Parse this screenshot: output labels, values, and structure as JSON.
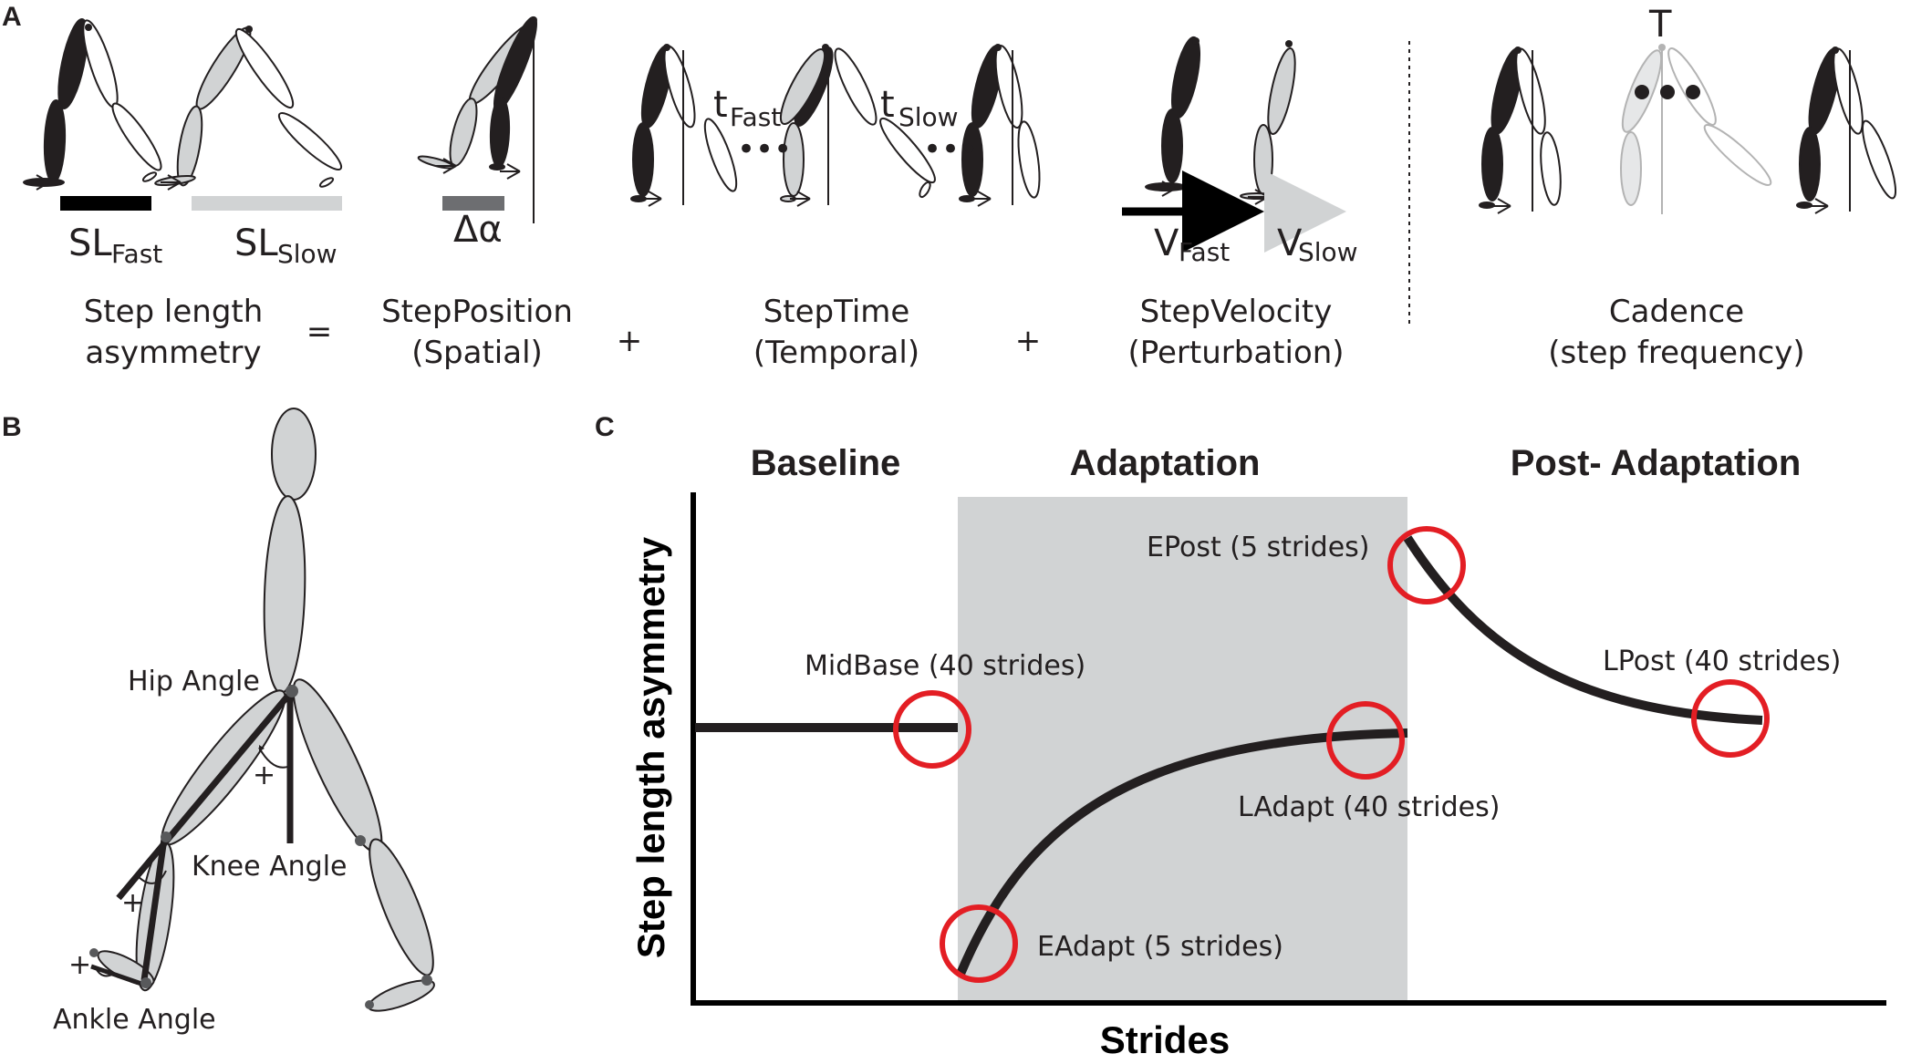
{
  "panels": {
    "a": "A",
    "b": "B",
    "c": "C"
  },
  "panel_a": {
    "sl_fast": {
      "main": "SL",
      "sub": "Fast"
    },
    "sl_slow": {
      "main": "SL",
      "sub": "Slow"
    },
    "delta_alpha": "Δα",
    "t_fast": {
      "main": "t",
      "sub": "Fast"
    },
    "t_slow": {
      "main": "t",
      "sub": "Slow"
    },
    "dots": "•••",
    "v_fast": {
      "main": "V",
      "sub": "Fast"
    },
    "v_slow": {
      "main": "V",
      "sub": "Slow"
    },
    "t_label": "T",
    "equation": {
      "sla_line1": "Step length",
      "sla_line2": "asymmetry",
      "equals": "=",
      "sp_line1": "StepPosition",
      "sp_line2": "(Spatial)",
      "plus1": "+",
      "st_line1": "StepTime",
      "st_line2": "(Temporal)",
      "plus2": "+",
      "sv_line1": "StepVelocity",
      "sv_line2": "(Perturbation)",
      "cad_line1": "Cadence",
      "cad_line2": "(step frequency)"
    }
  },
  "panel_b": {
    "hip": "Hip Angle",
    "knee": "Knee Angle",
    "ankle": "Ankle Angle",
    "plus": "+"
  },
  "panel_c": {
    "phases": {
      "baseline": "Baseline",
      "adaptation": "Adaptation",
      "post": "Post- Adaptation"
    },
    "ylabel": "Step length asymmetry",
    "xlabel": "Strides",
    "annotations": {
      "midbase": "MidBase (40 strides)",
      "eadapt": "EAdapt (5 strides)",
      "ladapt": "LAdapt (40 strides)",
      "epost": "EPost (5 strides)",
      "lpost": "LPost (40 strides)"
    }
  },
  "colors": {
    "fast_leg": "#231f20",
    "slow_leg": "#d1d3d4",
    "adaptation_shade": "#d1d3d4",
    "marker_circle": "#e31e24"
  }
}
